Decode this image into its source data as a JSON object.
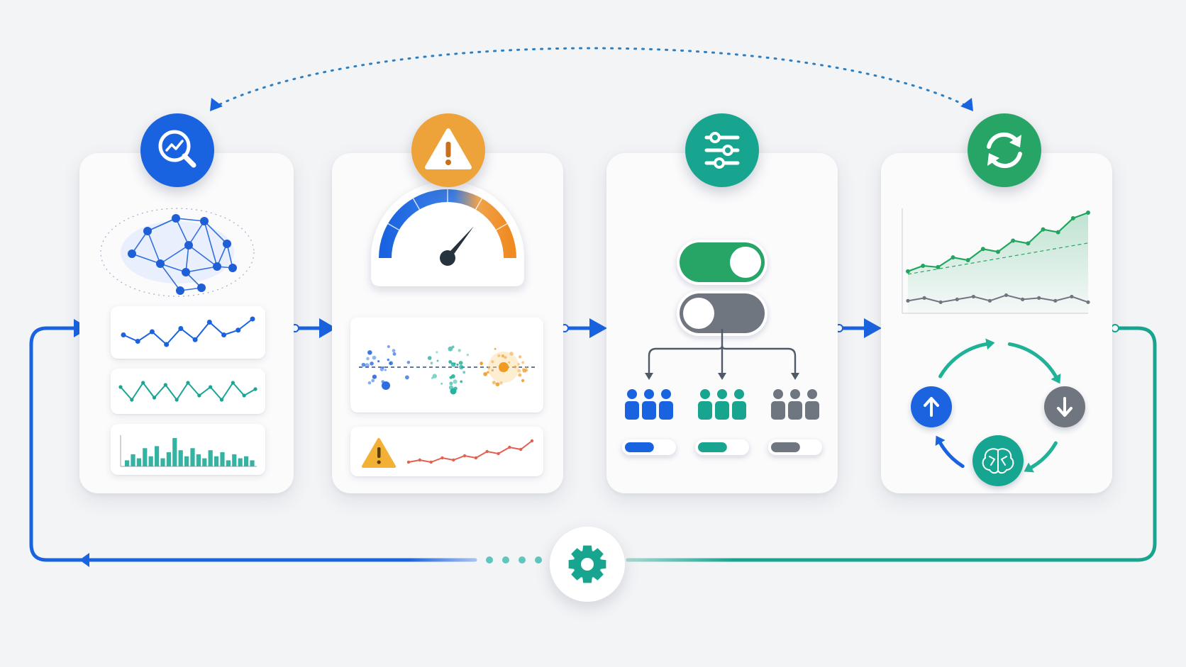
{
  "colors": {
    "background": "#f3f4f6",
    "blue": "#1a63e0",
    "orange": "#eda23a",
    "teal": "#17a590",
    "green": "#27a566",
    "gray": "#6f7680",
    "red": "#e26050"
  },
  "stages": [
    {
      "name": "monitor",
      "badge_icon": "magnifier-trend-icon",
      "badge_color": "#1a63e0"
    },
    {
      "name": "detect",
      "badge_icon": "warning-triangle-icon",
      "badge_color": "#eda23a"
    },
    {
      "name": "adjust",
      "badge_icon": "sliders-icon",
      "badge_color": "#17a590"
    },
    {
      "name": "retrain",
      "badge_icon": "refresh-icon",
      "badge_color": "#27a566"
    }
  ],
  "hub_icon": "gear-icon",
  "charts": {
    "line_series": [
      12,
      8,
      14,
      6,
      16,
      9,
      20,
      12,
      15,
      22
    ],
    "wave_series": [
      10,
      4,
      12,
      5,
      11,
      4,
      12,
      6,
      10,
      4,
      12,
      6,
      9
    ],
    "histogram": [
      3,
      6,
      4,
      9,
      5,
      10,
      4,
      7,
      14,
      8,
      5,
      9,
      6,
      4,
      8,
      5,
      7,
      3,
      6,
      4,
      5,
      3
    ],
    "alert_series": [
      2,
      3,
      2,
      4,
      3,
      5,
      4,
      7,
      6,
      9,
      8,
      12
    ],
    "gauge_value": 0.72,
    "upper_trend": [
      30,
      34,
      33,
      40,
      38,
      46,
      44,
      52,
      50,
      60,
      58,
      68,
      72
    ],
    "lower_trend": [
      12,
      14,
      11,
      13,
      15,
      12,
      16,
      13,
      14,
      12,
      15,
      11
    ]
  },
  "toggles": [
    {
      "name": "toggle-on",
      "state": true,
      "color": "#27a566"
    },
    {
      "name": "toggle-off",
      "state": false,
      "color": "#6f7680"
    }
  ],
  "groups": [
    {
      "color": "#1a63e0",
      "progress": 0.6
    },
    {
      "color": "#17a590",
      "progress": 0.6
    },
    {
      "color": "#6f7680",
      "progress": 0.6
    }
  ]
}
